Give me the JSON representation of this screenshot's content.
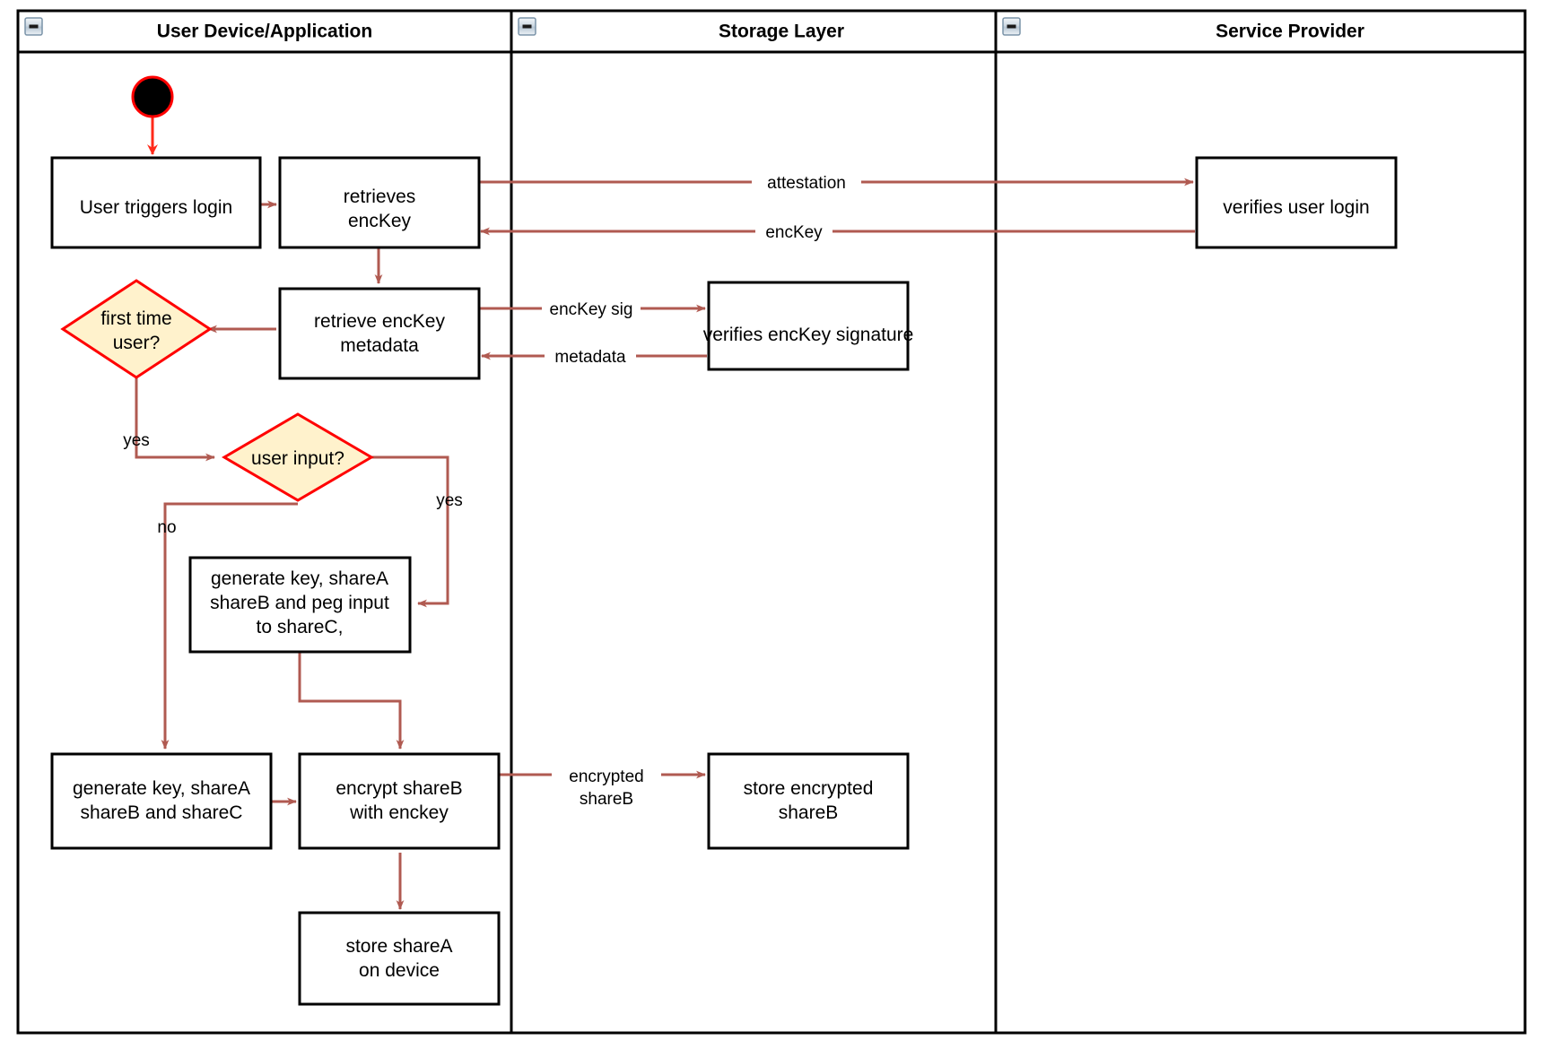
{
  "diagram": {
    "type": "uml-activity-swimlane",
    "title": "Login / key-share provisioning flow",
    "colors": {
      "connector": "#b05a51",
      "start_connector": "#ff2a1a",
      "decision_fill": "#fff2cc",
      "decision_stroke": "#ff0000",
      "node_fill": "#ffffff",
      "node_stroke": "#000000",
      "frame_stroke": "#000000"
    },
    "lanes": [
      {
        "id": "user-device",
        "label": "User Device/Application",
        "collapse_icon": "minus-icon"
      },
      {
        "id": "storage-layer",
        "label": "Storage Layer",
        "collapse_icon": "minus-icon"
      },
      {
        "id": "service-provider",
        "label": "Service Provider",
        "collapse_icon": "minus-icon"
      }
    ],
    "start_node": {
      "name": "initial-node",
      "shape": "filled-circle"
    },
    "nodes": [
      {
        "id": "user-triggers-login",
        "lane": "user-device",
        "shape": "activity",
        "lines": [
          "User triggers login"
        ]
      },
      {
        "id": "retrieves-enckey",
        "lane": "user-device",
        "shape": "activity",
        "lines": [
          "retrieves",
          "encKey"
        ]
      },
      {
        "id": "retrieve-enckey-metadata",
        "lane": "user-device",
        "shape": "activity",
        "lines": [
          "retrieve encKey",
          "metadata"
        ]
      },
      {
        "id": "first-time-user",
        "lane": "user-device",
        "shape": "decision",
        "lines": [
          "first time",
          "user?"
        ]
      },
      {
        "id": "user-input",
        "lane": "user-device",
        "shape": "decision",
        "lines": [
          "user input?"
        ]
      },
      {
        "id": "generate-key-peg",
        "lane": "user-device",
        "shape": "activity",
        "lines": [
          "generate key, shareA",
          "shareB and peg input",
          "to shareC,"
        ]
      },
      {
        "id": "generate-key-sharec",
        "lane": "user-device",
        "shape": "activity",
        "lines": [
          "generate key, shareA",
          "shareB and shareC"
        ]
      },
      {
        "id": "encrypt-shareb",
        "lane": "user-device",
        "shape": "activity",
        "lines": [
          "encrypt shareB",
          "with enckey"
        ]
      },
      {
        "id": "store-sharea-on-device",
        "lane": "user-device",
        "shape": "activity",
        "lines": [
          "store shareA",
          "on device"
        ]
      },
      {
        "id": "verifies-enckey-signature",
        "lane": "storage-layer",
        "shape": "activity",
        "lines": [
          "verifies encKey signature"
        ]
      },
      {
        "id": "store-encrypted-shareb",
        "lane": "storage-layer",
        "shape": "activity",
        "lines": [
          "store encrypted",
          "shareB"
        ]
      },
      {
        "id": "verifies-user-login",
        "lane": "service-provider",
        "shape": "activity",
        "lines": [
          "verifies user login"
        ]
      }
    ],
    "edges": [
      {
        "from": "initial-node",
        "to": "user-triggers-login",
        "label": ""
      },
      {
        "from": "user-triggers-login",
        "to": "retrieves-enckey",
        "label": ""
      },
      {
        "from": "retrieves-enckey",
        "to": "verifies-user-login",
        "label": "attestation"
      },
      {
        "from": "verifies-user-login",
        "to": "retrieves-enckey",
        "label": "encKey"
      },
      {
        "from": "retrieves-enckey",
        "to": "retrieve-enckey-metadata",
        "label": ""
      },
      {
        "from": "retrieve-enckey-metadata",
        "to": "verifies-enckey-signature",
        "label": "encKey sig"
      },
      {
        "from": "verifies-enckey-signature",
        "to": "retrieve-enckey-metadata",
        "label": "metadata"
      },
      {
        "from": "retrieve-enckey-metadata",
        "to": "first-time-user",
        "label": ""
      },
      {
        "from": "first-time-user",
        "to": "user-input",
        "label": "yes"
      },
      {
        "from": "user-input",
        "to": "generate-key-sharec",
        "label": "no"
      },
      {
        "from": "user-input",
        "to": "generate-key-peg",
        "label": "yes"
      },
      {
        "from": "generate-key-peg",
        "to": "encrypt-shareb",
        "label": ""
      },
      {
        "from": "generate-key-sharec",
        "to": "encrypt-shareb",
        "label": ""
      },
      {
        "from": "encrypt-shareb",
        "to": "store-encrypted-shareb",
        "label": "encrypted shareB"
      },
      {
        "from": "encrypt-shareb",
        "to": "store-sharea-on-device",
        "label": ""
      }
    ],
    "labels": {
      "attestation": "attestation",
      "enckey": "encKey",
      "enckey_sig": "encKey sig",
      "metadata": "metadata",
      "yes_first_time": "yes",
      "no_user_input": "no",
      "yes_user_input": "yes",
      "encrypted_shareb_line1": "encrypted",
      "encrypted_shareb_line2": "shareB"
    },
    "node_text": {
      "user_triggers_login": "User triggers login",
      "retrieves_l1": "retrieves",
      "retrieves_l2": "encKey",
      "retrieve_meta_l1": "retrieve encKey",
      "retrieve_meta_l2": "metadata",
      "first_time_l1": "first time",
      "first_time_l2": "user?",
      "user_input": "user input?",
      "gen_peg_l1": "generate key, shareA",
      "gen_peg_l2": "shareB and peg input",
      "gen_peg_l3": "to shareC,",
      "gen_abc_l1": "generate key, shareA",
      "gen_abc_l2": "shareB and shareC",
      "encrypt_l1": "encrypt shareB",
      "encrypt_l2": "with enckey",
      "store_sharea_l1": "store shareA",
      "store_sharea_l2": "on device",
      "verifies_sig": "verifies encKey signature",
      "store_enc_l1": "store encrypted",
      "store_enc_l2": "shareB",
      "verifies_login": "verifies user login"
    }
  }
}
